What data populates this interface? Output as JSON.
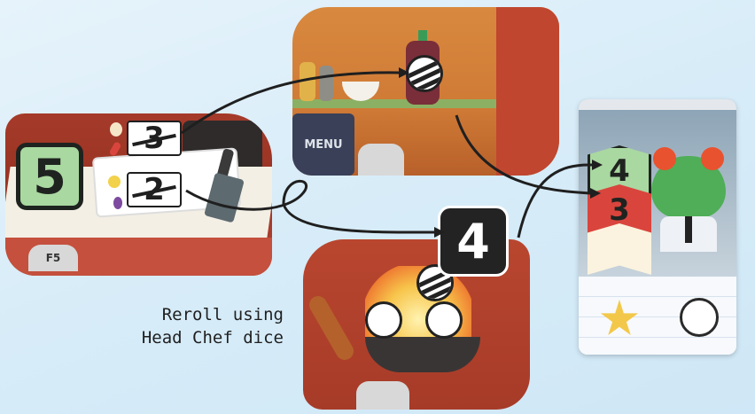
{
  "illustration": {
    "reroll_die_value": "5",
    "used_dice": [
      {
        "value": "3"
      },
      {
        "value": "2"
      }
    ],
    "head_chef_die_value": "4",
    "card_labels": {
      "shelf_sign": "MENU",
      "left_tag": "F5"
    },
    "caption_lines": [
      "Reroll using",
      "Head Chef dice"
    ],
    "customer": {
      "track_values": [
        "4",
        "3",
        ""
      ],
      "colors": {
        "green": "#a9d8a0",
        "red": "#d9453d",
        "cream": "#fbf3df"
      }
    }
  }
}
